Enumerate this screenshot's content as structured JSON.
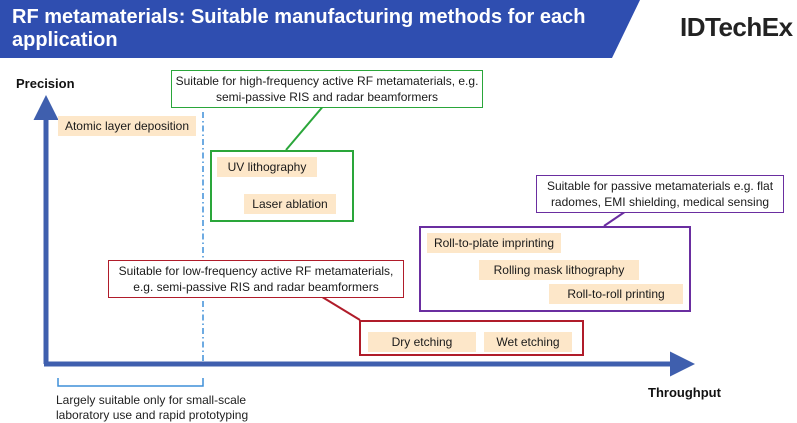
{
  "header": {
    "title": "RF metamaterials: Suitable manufacturing methods for each application",
    "brand": "IDTechEx"
  },
  "axes": {
    "y_label": "Precision",
    "x_label": "Throughput"
  },
  "methods": {
    "ald": "Atomic layer deposition",
    "uv_litho": "UV lithography",
    "laser": "Laser ablation",
    "roll_plate": "Roll-to-plate imprinting",
    "rolling_mask": "Rolling mask lithography",
    "roll_roll": "Roll-to-roll printing",
    "dry": "Dry etching",
    "wet": "Wet etching"
  },
  "callouts": {
    "high_freq": "Suitable for high-frequency active RF metamaterials, e.g. semi-passive RIS and radar beamformers",
    "passive": "Suitable for passive metamaterials e.g. flat radomes, EMI shielding, medical sensing",
    "low_freq": "Suitable for low-frequency active RF metamaterials, e.g. semi-passive RIS and radar beamformers"
  },
  "lab_note": "Largely suitable only for small-scale laboratory use and rapid prototyping",
  "colors": {
    "header_blue": "#2f4eb0",
    "axis_blue": "#3f5fae",
    "green": "#2aa63a",
    "purple": "#6a2ea0",
    "red": "#b01c2a",
    "chip": "#fde7c9"
  }
}
